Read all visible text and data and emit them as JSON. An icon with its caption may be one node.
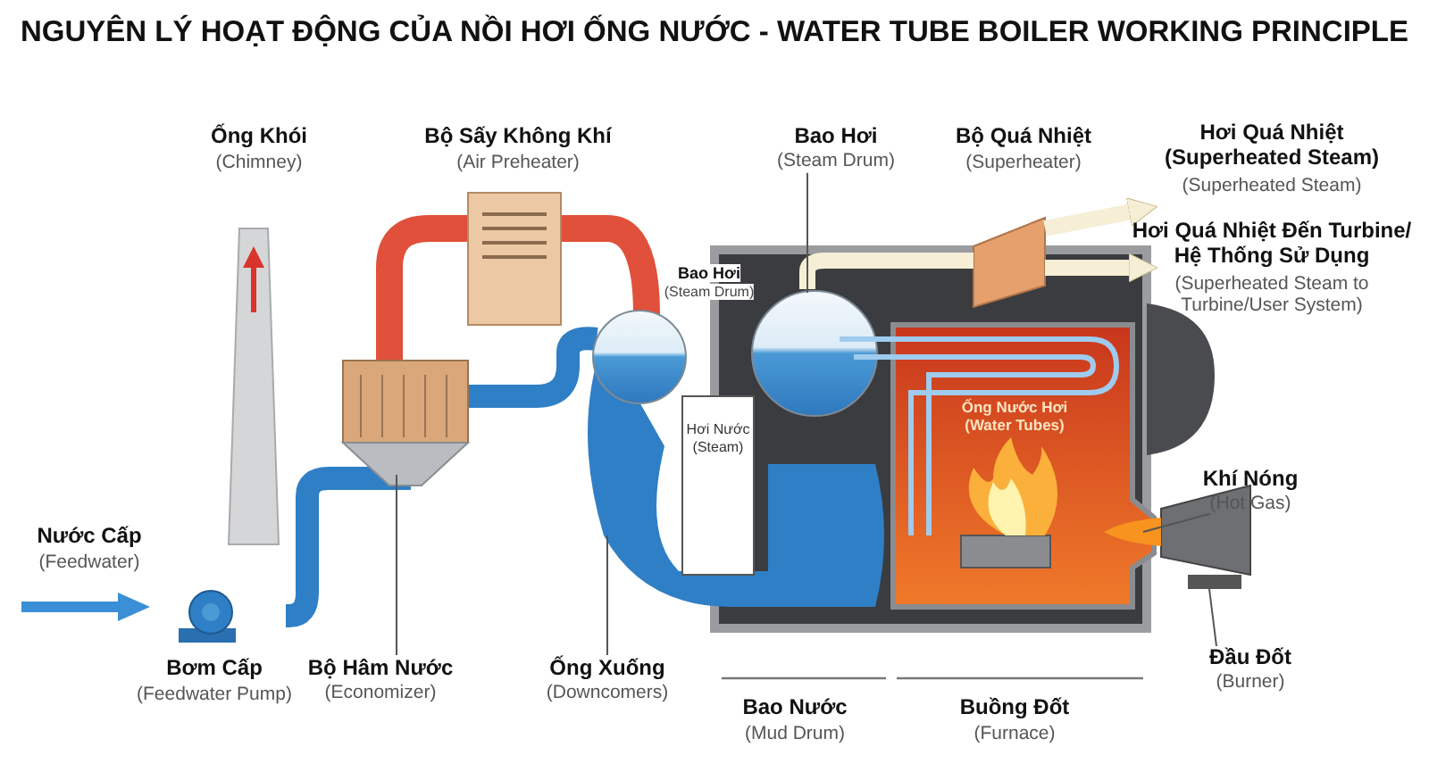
{
  "diagram": {
    "title": "NGUYÊN LÝ HOẠT ĐỘNG CỦA NỒI HƠI ỐNG NƯỚC - WATER TUBE BOILER WORKING PRINCIPLE",
    "nodes": [
      {
        "text": [
          "Bao Hơi",
          "(Steam Drum)"
        ]
      },
      {
        "text": [
          "Bộ Hâm Nước",
          "(Economizer)"
        ]
      },
      {
        "text": [
          "Ống Xuống",
          "(Downcomers)"
        ]
      },
      {
        "text": [
          "Khí Nóng",
          "(Hot Gas)"
        ]
      },
      {
        "text": [
          "Đầu Đốt",
          "(Burner)"
        ]
      }
    ],
    "edges": [
      {
        "from": 0,
        "to": null,
        "arrow": "none"
      },
      {
        "from": 1,
        "to": null,
        "arrow": "none"
      },
      {
        "from": 2,
        "to": null,
        "arrow": "none"
      },
      {
        "from": 3,
        "to": null,
        "arrow": "none"
      },
      {
        "from": 4,
        "to": null,
        "arrow": "none"
      }
    ],
    "labels": [
      "Ống Khói",
      "(Chimney)",
      "Bộ Sấy Không Khí",
      "(Air Preheater)",
      "Bộ Quá Nhiệt",
      "(Superheater)",
      "Hơi Quá Nhiệt (Superheated Steam)",
      "(Superheated Steam)",
      "Hơi Quá Nhiệt Đến Turbine/ Hệ Thống Sử Dụng",
      "(Superheated Steam to Turbine/User System)",
      "Bao Hơi",
      "(Steam Drum)",
      "Hơi Nước",
      "(Steam)",
      "Ống Nước Hơi",
      "(Water Tubes)",
      "Nước Cấp",
      "(Feedwater)",
      "Bơm Cấp",
      "(Feedwater Pump)",
      "Bao Nước",
      "(Mud Drum)",
      "Buồng Đốt",
      "(Furnace)"
    ]
  }
}
